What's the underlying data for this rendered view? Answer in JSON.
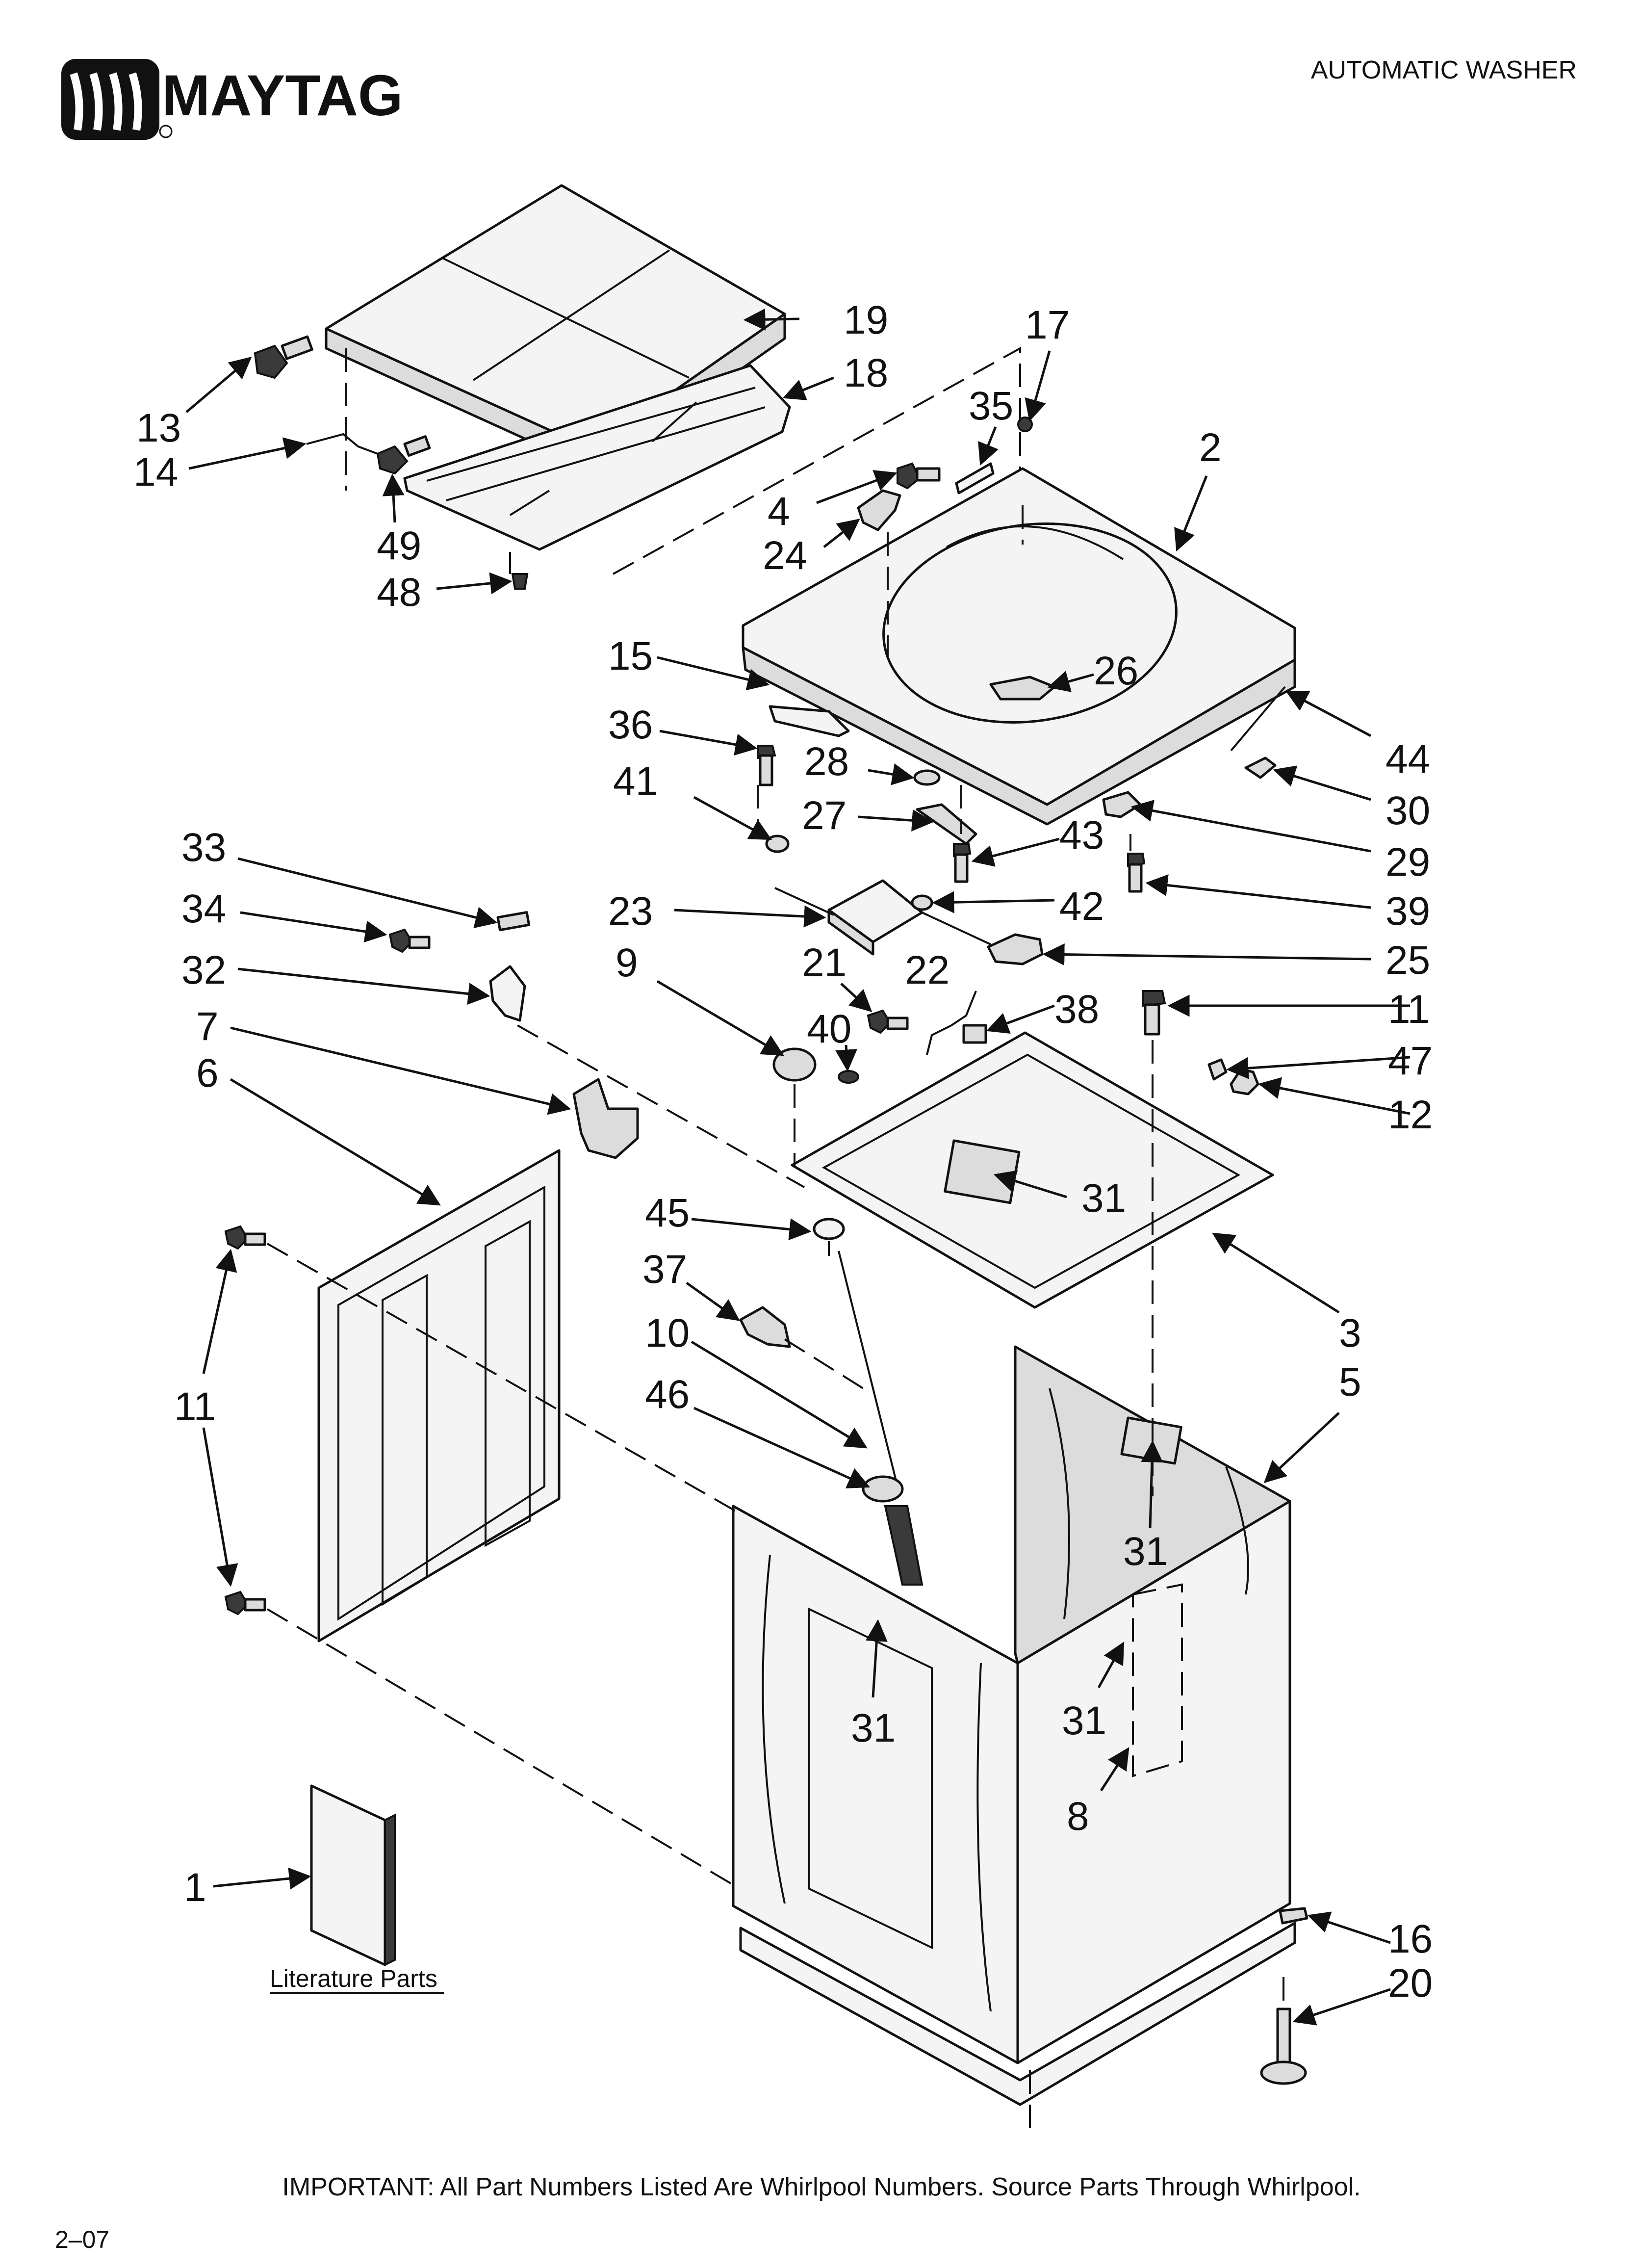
{
  "header": {
    "brand": "MAYTAG",
    "title": "AUTOMATIC WASHER"
  },
  "literature_label": "Literature Parts",
  "footer": {
    "note": "IMPORTANT: All Part Numbers Listed Are Whirlpool Numbers. Source Parts Through Whirlpool.",
    "page": "2–07"
  },
  "callouts": [
    {
      "id": "c19",
      "text": "19"
    },
    {
      "id": "c17",
      "text": "17"
    },
    {
      "id": "c18",
      "text": "18"
    },
    {
      "id": "c13",
      "text": "13"
    },
    {
      "id": "c14",
      "text": "14"
    },
    {
      "id": "c49",
      "text": "49"
    },
    {
      "id": "c48",
      "text": "48"
    },
    {
      "id": "c35",
      "text": "35"
    },
    {
      "id": "c2",
      "text": "2"
    },
    {
      "id": "c4",
      "text": "4"
    },
    {
      "id": "c24",
      "text": "24"
    },
    {
      "id": "c15",
      "text": "15"
    },
    {
      "id": "c26",
      "text": "26"
    },
    {
      "id": "c36",
      "text": "36"
    },
    {
      "id": "c44",
      "text": "44"
    },
    {
      "id": "c28",
      "text": "28"
    },
    {
      "id": "c41",
      "text": "41"
    },
    {
      "id": "c30",
      "text": "30"
    },
    {
      "id": "c27",
      "text": "27"
    },
    {
      "id": "c43",
      "text": "43"
    },
    {
      "id": "c29",
      "text": "29"
    },
    {
      "id": "c33",
      "text": "33"
    },
    {
      "id": "c39",
      "text": "39"
    },
    {
      "id": "c34",
      "text": "34"
    },
    {
      "id": "c23",
      "text": "23"
    },
    {
      "id": "c42",
      "text": "42"
    },
    {
      "id": "c32",
      "text": "32"
    },
    {
      "id": "c9",
      "text": "9"
    },
    {
      "id": "c21",
      "text": "21"
    },
    {
      "id": "c22",
      "text": "22"
    },
    {
      "id": "c25",
      "text": "25"
    },
    {
      "id": "c7",
      "text": "7"
    },
    {
      "id": "c40",
      "text": "40"
    },
    {
      "id": "c38",
      "text": "38"
    },
    {
      "id": "c11a",
      "text": "11"
    },
    {
      "id": "c6",
      "text": "6"
    },
    {
      "id": "c47",
      "text": "47"
    },
    {
      "id": "c12",
      "text": "12"
    },
    {
      "id": "c31a",
      "text": "31"
    },
    {
      "id": "c45",
      "text": "45"
    },
    {
      "id": "c37",
      "text": "37"
    },
    {
      "id": "c3",
      "text": "3"
    },
    {
      "id": "c10",
      "text": "10"
    },
    {
      "id": "c5",
      "text": "5"
    },
    {
      "id": "c11b",
      "text": "11"
    },
    {
      "id": "c46",
      "text": "46"
    },
    {
      "id": "c31b",
      "text": "31"
    },
    {
      "id": "c31c",
      "text": "31"
    },
    {
      "id": "c31d",
      "text": "31"
    },
    {
      "id": "c8",
      "text": "8"
    },
    {
      "id": "c1",
      "text": "1"
    },
    {
      "id": "c16",
      "text": "16"
    },
    {
      "id": "c20",
      "text": "20"
    }
  ]
}
